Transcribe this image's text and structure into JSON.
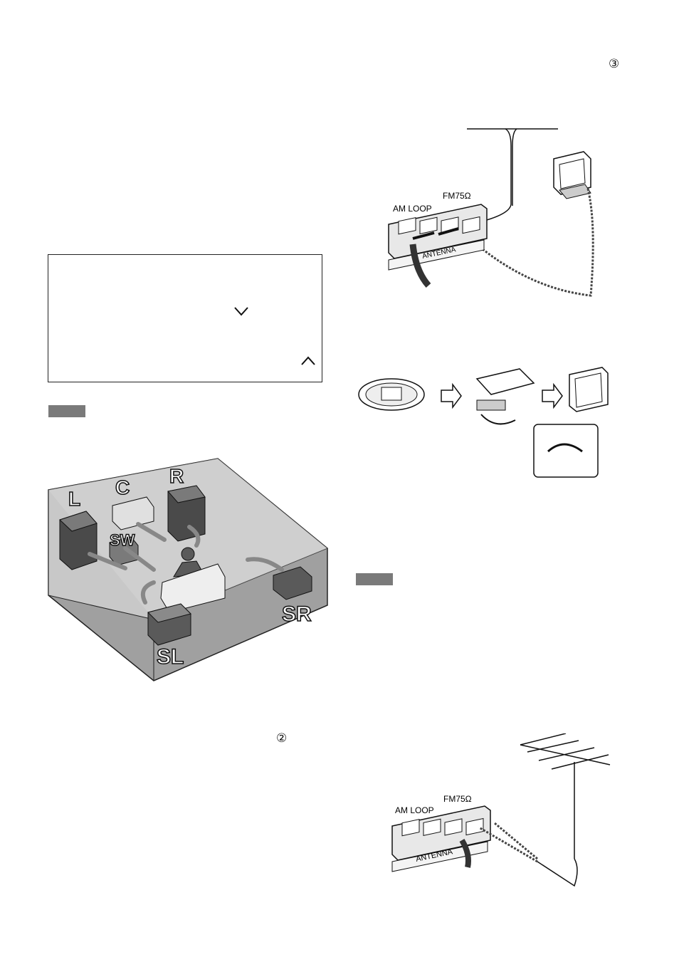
{
  "page_markers": {
    "marker_top_right": "③",
    "marker_bottom_left": "②"
  },
  "note_box": {
    "chevron_down": "down-chevron-icon",
    "chevron_up": "up-chevron-icon"
  },
  "speaker_diagram": {
    "labels": {
      "left": "L",
      "center": "C",
      "right": "R",
      "subwoofer": "SW",
      "surround_left": "SL",
      "surround_right": "SR"
    }
  },
  "antenna_diagram_top": {
    "terminal_am": "AM LOOP",
    "terminal_fm": "FM75Ω",
    "panel_label": "ANTENNA"
  },
  "antenna_diagram_bottom": {
    "terminal_am": "AM LOOP",
    "terminal_fm": "FM75Ω",
    "panel_label": "ANTENNA"
  },
  "colors": {
    "room_fill": "#a9a9a9",
    "speaker_dark": "#5a5a5a",
    "speaker_light": "#d8d8d8",
    "note_bar": "#7a7a7a"
  }
}
